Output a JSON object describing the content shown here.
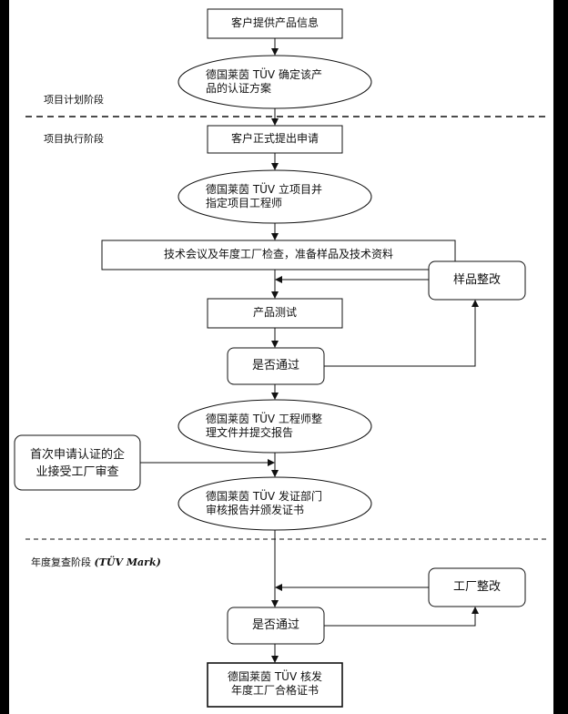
{
  "phases": {
    "planning": "项目计划阶段",
    "execution": "项目执行阶段",
    "annual_prefix": "年度复查阶段",
    "annual_mark": "(TÜV Mark)"
  },
  "steps": {
    "customer_info": "客户提供产品信息",
    "confirm_scheme_1": "德国莱茵 TÜV 确定该产",
    "confirm_scheme_2": "品的认证方案",
    "formal_application": "客户正式提出申请",
    "project_setup_1": "德国莱茵 TÜV 立项目并",
    "project_setup_2": "指定项目工程师",
    "tech_meeting": "技术会议及年度工厂检查，准备样品及技术资料",
    "sample_rectify": "样品整改",
    "product_test": "产品测试",
    "pass_check": "是否通过",
    "engineer_report_1": "德国莱茵 TÜV 工程师整",
    "engineer_report_2": "理文件并提交报告",
    "first_apply_1": "首次申请认证的企",
    "first_apply_2": "业接受工厂审查",
    "cert_issue_1": "德国莱茵 TÜV 发证部门",
    "cert_issue_2": "审核报告并颁发证书",
    "factory_rectify": "工厂整改",
    "pass_check_2": "是否通过",
    "annual_cert_1": "德国莱茵 TÜV 核发",
    "annual_cert_2": "年度工厂合格证书"
  }
}
